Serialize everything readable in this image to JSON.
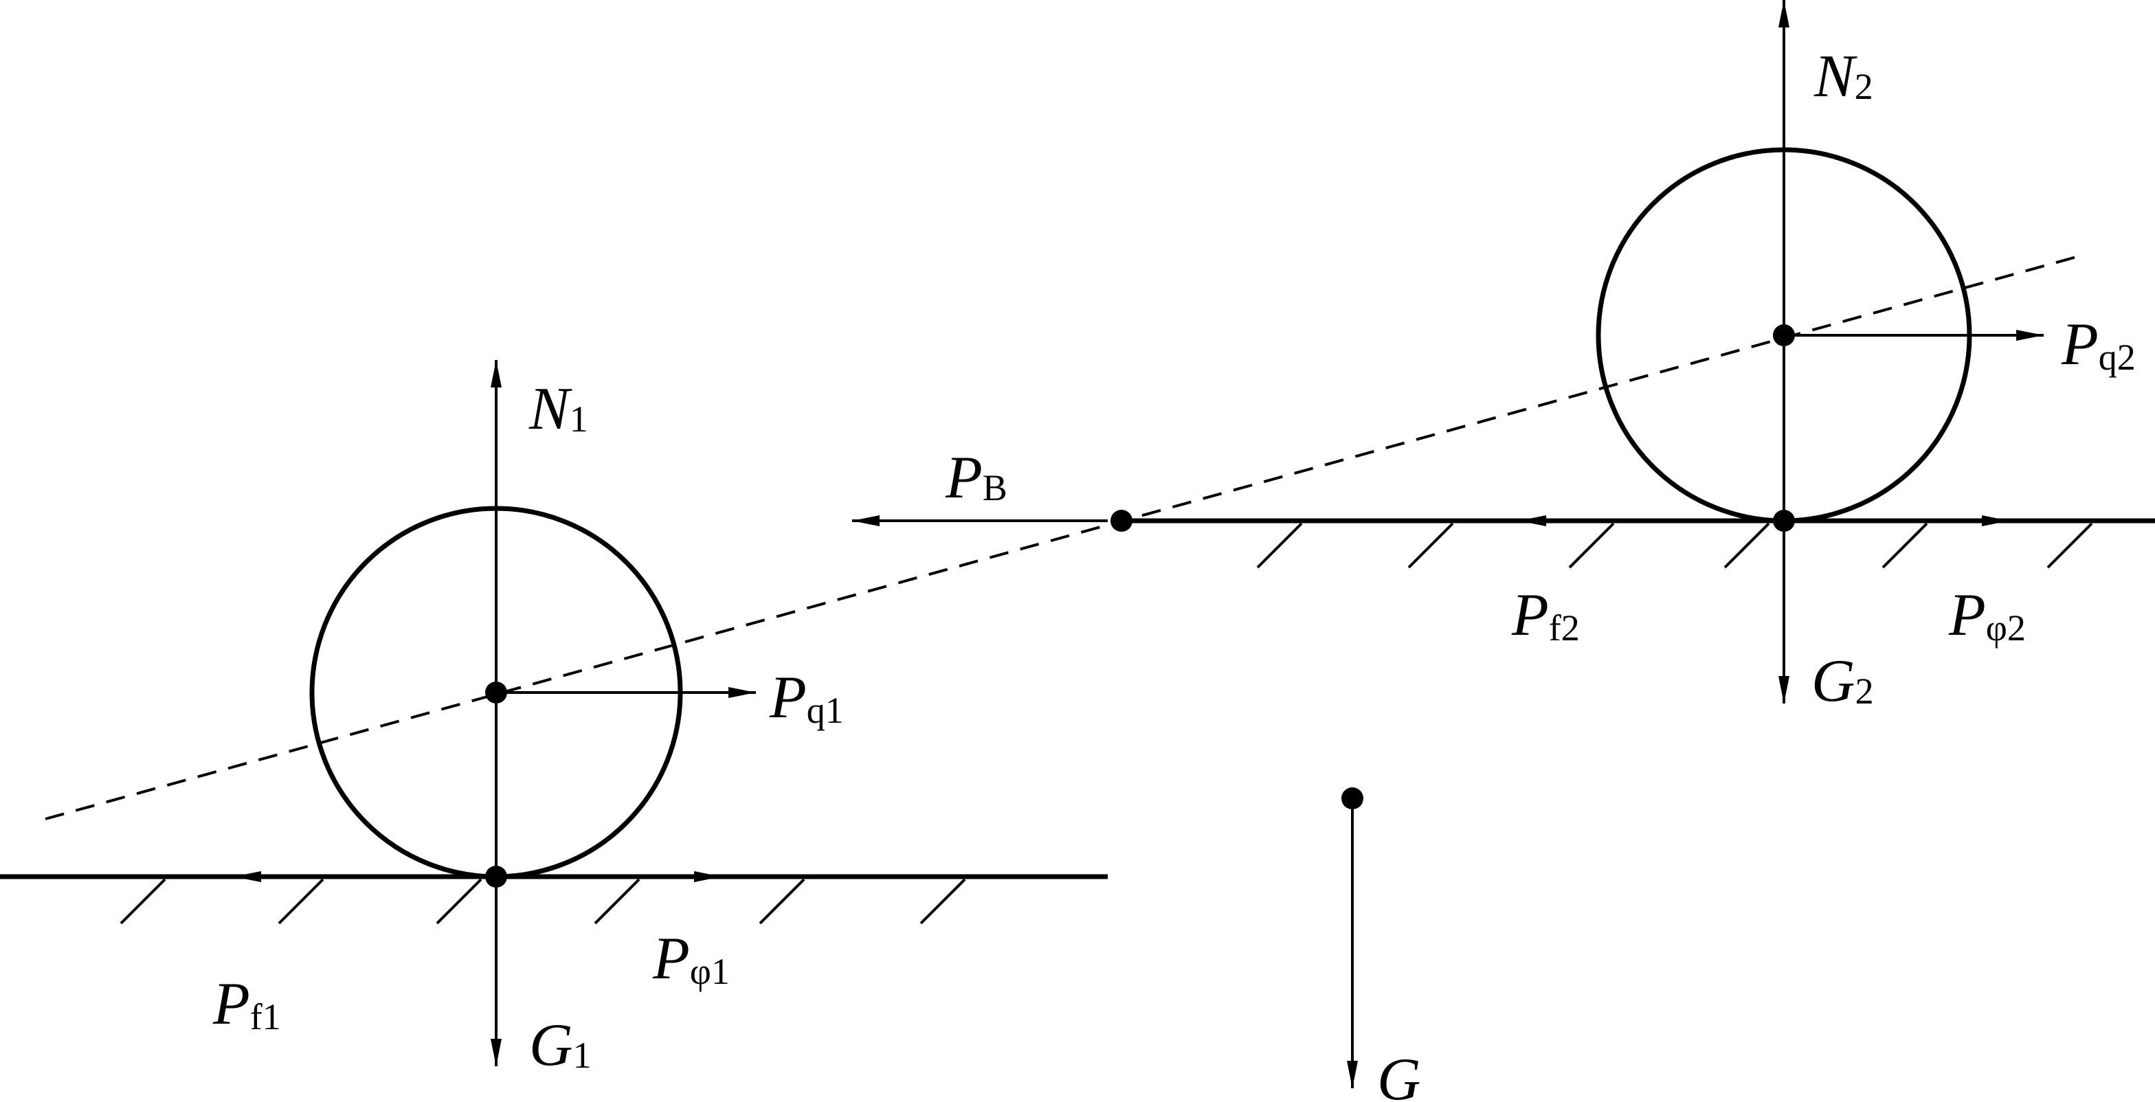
{
  "labels": {
    "N1": {
      "main": "N",
      "sub": "1"
    },
    "G1": {
      "main": "G",
      "sub": "1"
    },
    "Pq1": {
      "main": "P",
      "sub": "q1"
    },
    "Pf1": {
      "main": "P",
      "sub": "f1"
    },
    "Pphi1": {
      "main": "P",
      "sub": "φ1"
    },
    "PB": {
      "main": "P",
      "sub": "B"
    },
    "N2": {
      "main": "N",
      "sub": "2"
    },
    "G2": {
      "main": "G",
      "sub": "2"
    },
    "Pq2": {
      "main": "P",
      "sub": "q2"
    },
    "Pf2": {
      "main": "P",
      "sub": "f2"
    },
    "Pphi2": {
      "main": "P",
      "sub": "φ2"
    },
    "G": {
      "main": "G"
    }
  }
}
